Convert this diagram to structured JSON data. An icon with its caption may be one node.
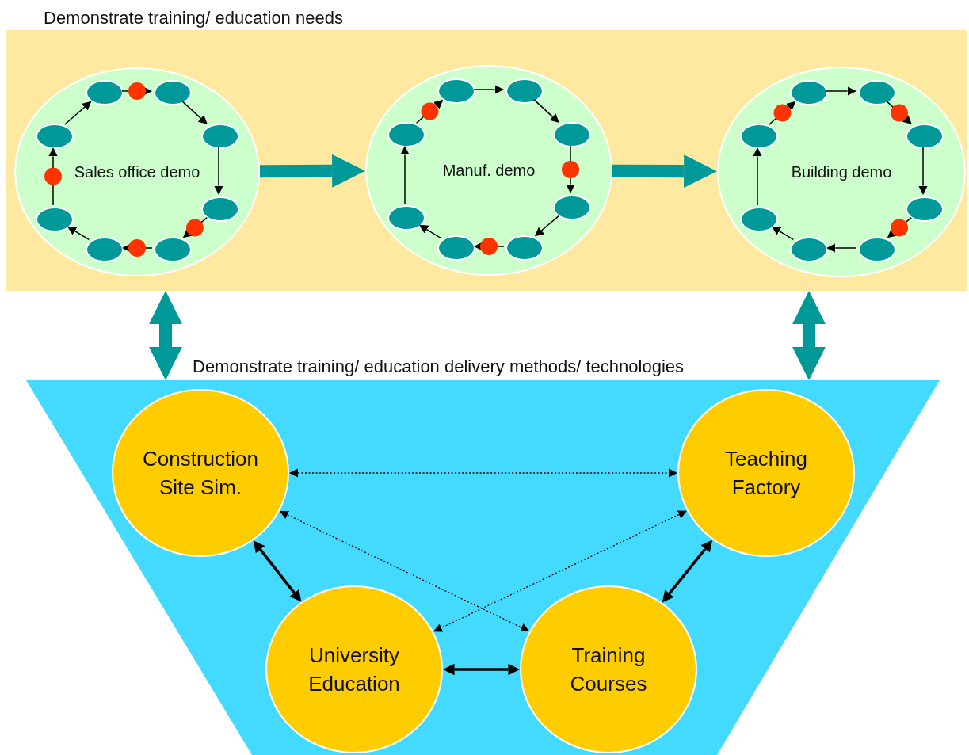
{
  "diagram": {
    "nodes": [
      {
        "text": [
          "Demonstrate training/ education needs"
        ]
      },
      {
        "text": [
          "Sales office demo"
        ],
        "in": 0
      },
      {
        "text": [],
        "shape": "circle",
        "in": 1
      },
      {
        "text": [],
        "shape": "circle",
        "in": 1
      },
      {
        "text": [],
        "shape": "circle",
        "in": 1
      },
      {
        "text": [],
        "shape": "circle",
        "in": 1
      },
      {
        "text": [],
        "shape": "circle",
        "in": 1
      },
      {
        "text": [],
        "shape": "circle",
        "in": 1
      },
      {
        "text": [],
        "shape": "circle",
        "in": 1
      },
      {
        "text": [],
        "shape": "circle",
        "in": 1
      },
      {
        "text": [
          "Manuf. demo"
        ],
        "in": 0
      },
      {
        "text": [],
        "shape": "circle",
        "in": 10
      },
      {
        "text": [],
        "shape": "circle",
        "in": 10
      },
      {
        "text": [],
        "shape": "circle",
        "in": 10
      },
      {
        "text": [],
        "shape": "circle",
        "in": 10
      },
      {
        "text": [],
        "shape": "circle",
        "in": 10
      },
      {
        "text": [],
        "shape": "circle",
        "in": 10
      },
      {
        "text": [],
        "shape": "circle",
        "in": 10
      },
      {
        "text": [],
        "shape": "circle",
        "in": 10
      },
      {
        "text": [
          "Building demo"
        ],
        "in": 0
      },
      {
        "text": [],
        "shape": "circle",
        "in": 19
      },
      {
        "text": [],
        "shape": "circle",
        "in": 19
      },
      {
        "text": [],
        "shape": "circle",
        "in": 19
      },
      {
        "text": [],
        "shape": "circle",
        "in": 19
      },
      {
        "text": [],
        "shape": "circle",
        "in": 19
      },
      {
        "text": [],
        "shape": "circle",
        "in": 19
      },
      {
        "text": [],
        "shape": "circle",
        "in": 19
      },
      {
        "text": [],
        "shape": "circle",
        "in": 19
      },
      {
        "text": [
          "Demonstrate training/ education delivery methods/ technologies"
        ]
      },
      {
        "text": [
          "Construction Site Sim."
        ],
        "in": 28
      },
      {
        "text": [
          "Teaching Factory"
        ],
        "in": 28
      },
      {
        "text": [
          "University Education"
        ],
        "in": 28
      },
      {
        "text": [
          "Training Courses"
        ],
        "in": 28
      }
    ],
    "edges": [
      {
        "from": 2,
        "to": 3,
        "arrow": "to"
      },
      {
        "from": 3,
        "to": 4,
        "arrow": "to"
      },
      {
        "from": 4,
        "to": 5,
        "arrow": "to"
      },
      {
        "from": 5,
        "to": 6,
        "arrow": "to"
      },
      {
        "from": 6,
        "to": 7,
        "arrow": "to"
      },
      {
        "from": 7,
        "to": 8,
        "arrow": "to"
      },
      {
        "from": 8,
        "to": 9,
        "arrow": "to"
      },
      {
        "from": 9,
        "to": 2,
        "arrow": "to"
      },
      {
        "from": 11,
        "to": 12,
        "arrow": "to"
      },
      {
        "from": 12,
        "to": 13,
        "arrow": "to"
      },
      {
        "from": 13,
        "to": 14,
        "arrow": "to"
      },
      {
        "from": 14,
        "to": 15,
        "arrow": "to"
      },
      {
        "from": 15,
        "to": 16,
        "arrow": "to"
      },
      {
        "from": 16,
        "to": 17,
        "arrow": "to"
      },
      {
        "from": 17,
        "to": 18,
        "arrow": "to"
      },
      {
        "from": 18,
        "to": 11,
        "arrow": "to"
      },
      {
        "from": 20,
        "to": 21,
        "arrow": "to"
      },
      {
        "from": 21,
        "to": 22,
        "arrow": "to"
      },
      {
        "from": 22,
        "to": 23,
        "arrow": "to"
      },
      {
        "from": 23,
        "to": 24,
        "arrow": "to"
      },
      {
        "from": 24,
        "to": 25,
        "arrow": "to"
      },
      {
        "from": 25,
        "to": 26,
        "arrow": "to"
      },
      {
        "from": 26,
        "to": 27,
        "arrow": "to"
      },
      {
        "from": 27,
        "to": 20,
        "arrow": "to"
      },
      {
        "from": 1,
        "to": 10,
        "arrow": "to",
        "style": "thick",
        "color": "#009999"
      },
      {
        "from": 10,
        "to": 19,
        "arrow": "to",
        "style": "thick",
        "color": "#009999"
      },
      {
        "from": 0,
        "to": 28,
        "arrow": "both",
        "style": "thick",
        "color": "#009999"
      },
      {
        "from": 0,
        "to": 28,
        "arrow": "both",
        "style": "thick",
        "color": "#009999"
      },
      {
        "from": 29,
        "to": 30,
        "arrow": "both",
        "style": "dashed"
      },
      {
        "from": 29,
        "to": 32,
        "arrow": "both",
        "style": "dashed"
      },
      {
        "from": 30,
        "to": 31,
        "arrow": "both",
        "style": "dashed"
      },
      {
        "from": 29,
        "to": 31,
        "arrow": "both",
        "style": "thick"
      },
      {
        "from": 31,
        "to": 32,
        "arrow": "both",
        "style": "thick"
      },
      {
        "from": 32,
        "to": 30,
        "arrow": "both",
        "style": "thick"
      }
    ]
  }
}
